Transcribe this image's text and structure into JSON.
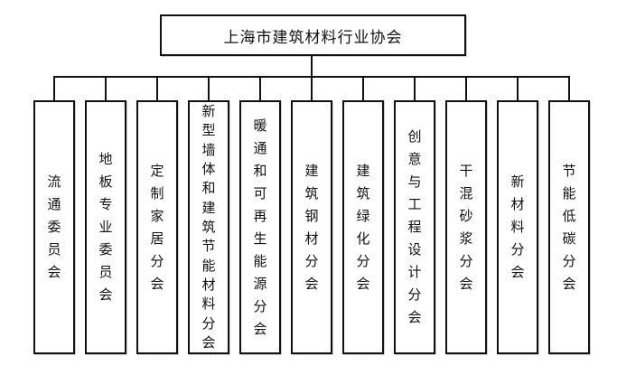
{
  "root": {
    "label": "上海市建筑材料行业协会"
  },
  "branches": [
    {
      "label": "流通委员会"
    },
    {
      "label": "地板专业委员会"
    },
    {
      "label": "定制家居分会"
    },
    {
      "label": "新型墙体和建筑节能材料分会"
    },
    {
      "label": "暖通和可再生能源分会"
    },
    {
      "label": "建筑钢材分会"
    },
    {
      "label": "建筑绿化分会"
    },
    {
      "label": "创意与工程设计分会"
    },
    {
      "label": "干混砂浆分会"
    },
    {
      "label": "新材料分会"
    },
    {
      "label": "节能低碳分会"
    }
  ],
  "colors": {
    "line": "#111111",
    "background": "#ffffff"
  }
}
